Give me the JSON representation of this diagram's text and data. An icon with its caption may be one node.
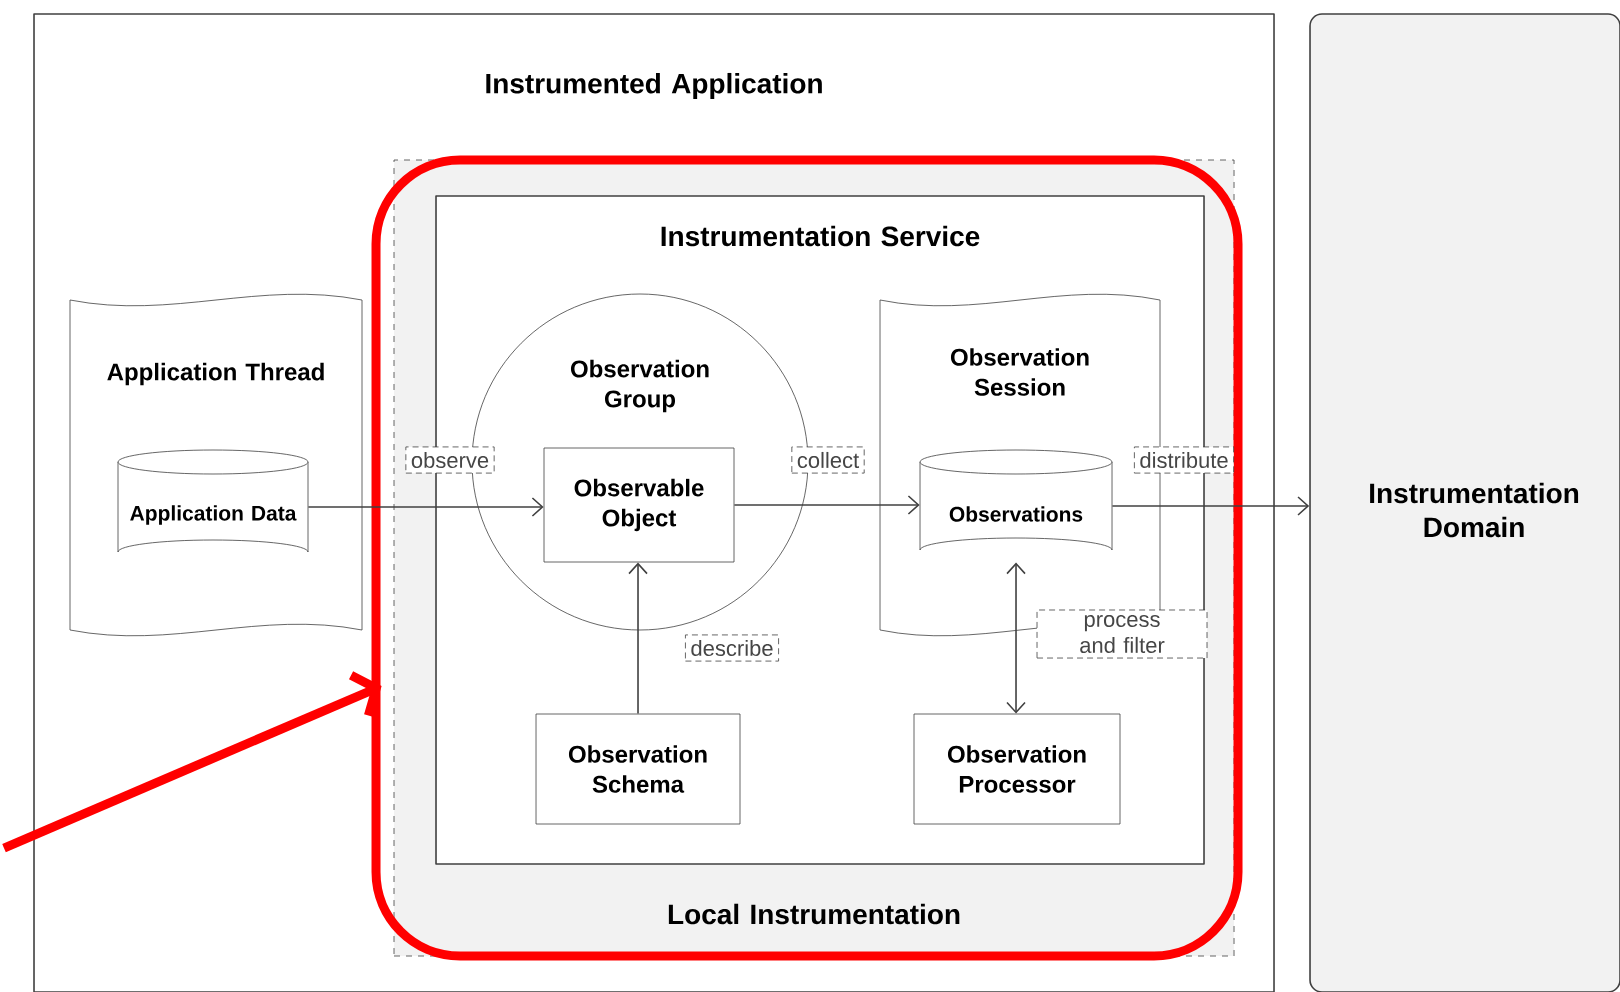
{
  "diagram": {
    "nodes": [
      {
        "text": [
          "Instrumented Application"
        ]
      },
      {
        "text": [
          "Local Instrumentation"
        ],
        "in": 0
      },
      {
        "text": [
          "Instrumentation Service"
        ],
        "in": 1
      },
      {
        "text": [
          "Application Thread"
        ],
        "in": 0
      },
      {
        "text": [
          "Application Data"
        ],
        "in": 3
      },
      {
        "text": [
          "Observation Group"
        ],
        "in": 2
      },
      {
        "text": [
          "Observable Object"
        ],
        "in": 5
      },
      {
        "text": [
          "Observation Session"
        ],
        "in": 2
      },
      {
        "text": [
          "Observations"
        ],
        "in": 7
      },
      {
        "text": [
          "Observation Schema"
        ],
        "in": 2
      },
      {
        "text": [
          "Observation Processor"
        ],
        "in": 2
      },
      {
        "text": [
          "Instrumentation Domain"
        ]
      }
    ],
    "edges": [
      {
        "from": 4,
        "to": 6,
        "arrow": "to",
        "label": "observe"
      },
      {
        "from": 6,
        "to": 8,
        "arrow": "to",
        "label": "collect"
      },
      {
        "from": 8,
        "to": 11,
        "arrow": "to",
        "label": "distribute"
      },
      {
        "from": 9,
        "to": 6,
        "arrow": "to",
        "label": "describe"
      },
      {
        "from": 8,
        "to": 10,
        "arrow": "both",
        "label": "process and filter"
      },
      {
        "from": null,
        "to": 1,
        "arrow": "to",
        "style": "thick",
        "color": "#ff0000"
      }
    ]
  }
}
